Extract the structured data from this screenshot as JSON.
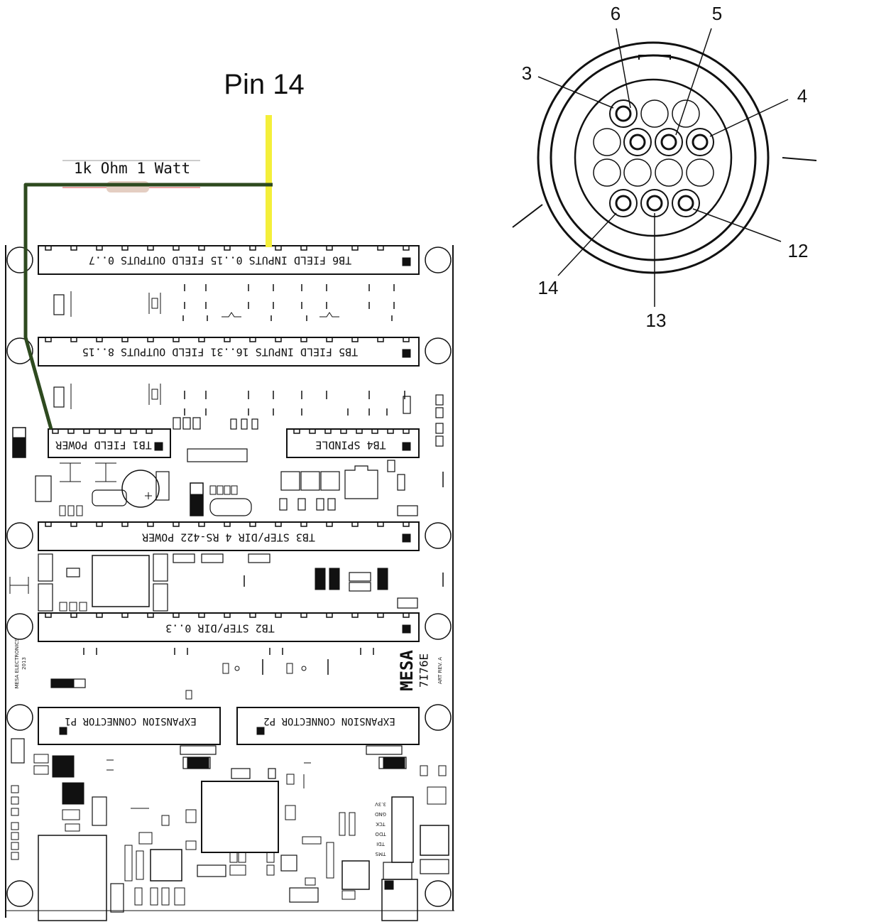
{
  "annotation": {
    "pin_label": "Pin 14",
    "resistor_label": "1k Ohm 1 Watt",
    "wire_color": "#2e4a1f",
    "pin_wire_color": "#f4ef3a"
  },
  "board": {
    "tb6": "TB6 FIELD INPUTS 0..15 FIELD OUTPUTS 0..7",
    "tb5": "TB5 FIELD INPUTS 16..31 FIELD OUTPUTS 8..15",
    "tb1": "TB1 FIELD POWER",
    "tb4": "TB4 SPINDLE",
    "tb3": "TB3 STEP/DIR 4 RS-422 POWER",
    "tb2": "TB2 STEP/DIR 0..3",
    "p1": "EXPANSION CONNECTOR P1",
    "p2": "EXPANSION CONNECTOR P2",
    "brand": "MESA",
    "model": "7I76E",
    "rev": "ART REV. A",
    "maker": "MESA ELECTRONICS",
    "year": "2013",
    "jtag": [
      "3.3V",
      "GND",
      "TCK",
      "TDO",
      "TDI",
      "TMS"
    ]
  },
  "connector": {
    "pin_labels": [
      "6",
      "5",
      "3",
      "4",
      "12",
      "14",
      "13"
    ]
  }
}
